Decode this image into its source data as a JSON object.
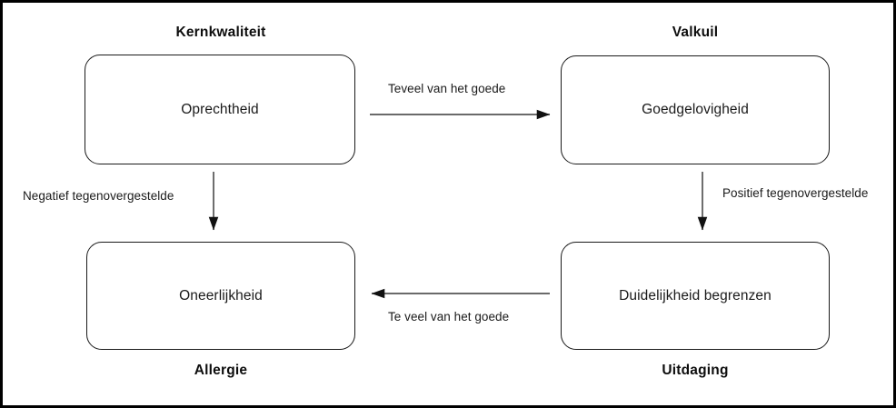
{
  "diagram": {
    "type": "kernkwadrant",
    "language": "nl",
    "frame_color": "#000000",
    "box_border_color": "#1a1a1a",
    "text_color": "#1a1a1a",
    "background": "#ffffff",
    "quadrants": [
      {
        "id": "kernkwaliteit",
        "caption": "Kernkwaliteit",
        "caption_position": "above",
        "box_label": "Oprechtheid"
      },
      {
        "id": "valkuil",
        "caption": "Valkuil",
        "caption_position": "above",
        "box_label": "Goedgelovigheid"
      },
      {
        "id": "allergie",
        "caption": "Allergie",
        "caption_position": "below",
        "box_label": "Oneerlijkheid"
      },
      {
        "id": "uitdaging",
        "caption": "Uitdaging",
        "caption_position": "below",
        "box_label": "Duidelijkheid begrenzen"
      }
    ],
    "arrows": [
      {
        "id": "kernkwaliteit-to-valkuil",
        "from": "kernkwaliteit",
        "to": "valkuil",
        "direction": "right",
        "label": "Teveel van het goede",
        "label_position": "above"
      },
      {
        "id": "kernkwaliteit-to-allergie",
        "from": "kernkwaliteit",
        "to": "allergie",
        "direction": "down",
        "label": "Negatief tegenovergestelde",
        "label_position": "left"
      },
      {
        "id": "valkuil-to-uitdaging",
        "from": "valkuil",
        "to": "uitdaging",
        "direction": "down",
        "label": "Positief tegenovergestelde",
        "label_position": "right"
      },
      {
        "id": "uitdaging-to-allergie",
        "from": "uitdaging",
        "to": "allergie",
        "direction": "left",
        "label": "Te veel van het goede",
        "label_position": "below"
      }
    ]
  }
}
